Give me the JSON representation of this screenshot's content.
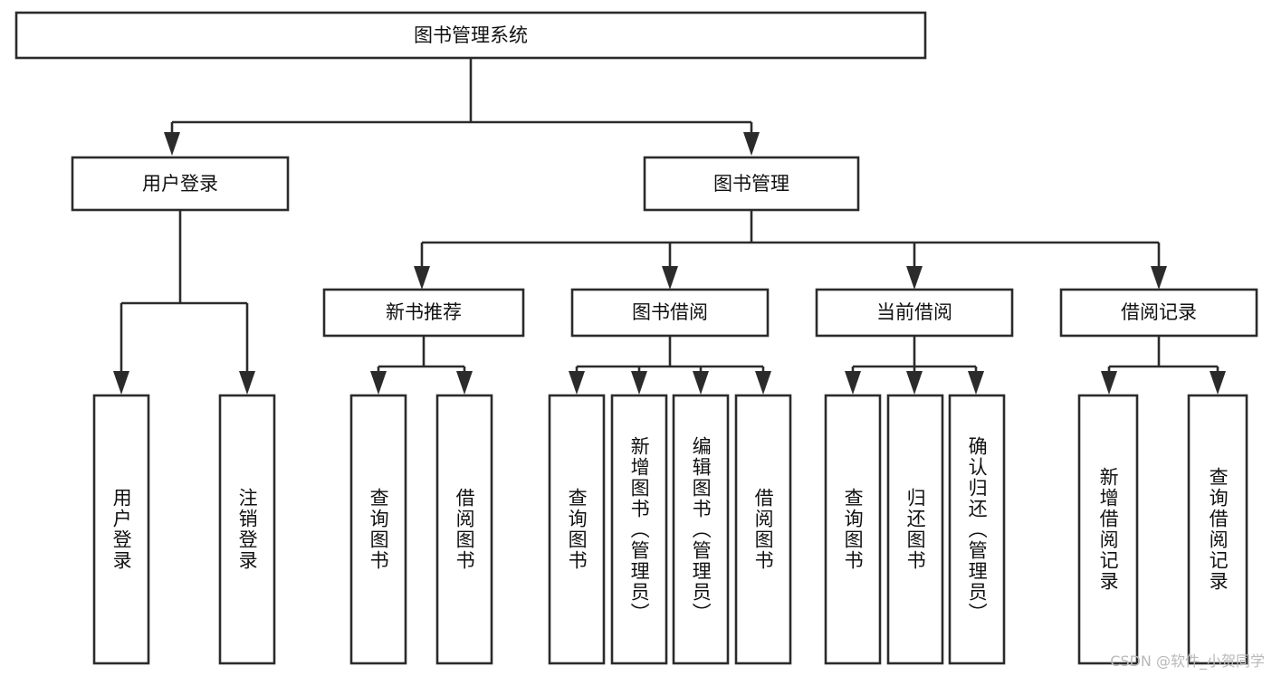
{
  "diagram": {
    "type": "tree",
    "title": "图书管理系统",
    "watermark": "CSDN @软件_小贺同学",
    "colors": {
      "stroke": "#2b2b2b",
      "box_fill": "#ffffff",
      "text": "#111111",
      "background": "#ffffff",
      "watermark": "#b9b9b9"
    },
    "levels": {
      "root": "图书管理系统",
      "level2": [
        "用户登录",
        "图书管理"
      ],
      "level3": [
        "新书推荐",
        "图书借阅",
        "当前借阅",
        "借阅记录"
      ]
    },
    "nodes": {
      "root": {
        "label": "图书管理系统"
      },
      "user_login": {
        "label": "用户登录"
      },
      "book_manage": {
        "label": "图书管理"
      },
      "new_book_rec": {
        "label": "新书推荐"
      },
      "book_borrow": {
        "label": "图书借阅"
      },
      "current_borrow": {
        "label": "当前借阅"
      },
      "borrow_record": {
        "label": "借阅记录"
      },
      "leaf_user_login": {
        "label": "用户登录"
      },
      "leaf_logout": {
        "label": "注销登录"
      },
      "leaf_query_book_1": {
        "label": "查询图书"
      },
      "leaf_borrow_book_1": {
        "label": "借阅图书"
      },
      "leaf_query_book_2": {
        "label": "查询图书"
      },
      "leaf_add_book_admin": {
        "label": "新增图书（管理员）"
      },
      "leaf_edit_book_admin": {
        "label": "编辑图书（管理员）"
      },
      "leaf_borrow_book_2": {
        "label": "借阅图书"
      },
      "leaf_query_book_3": {
        "label": "查询图书"
      },
      "leaf_return_book": {
        "label": "归还图书"
      },
      "leaf_confirm_return_admin": {
        "label": "确认归还（管理员）"
      },
      "leaf_add_borrow_record": {
        "label": "新增借阅记录"
      },
      "leaf_query_borrow_record": {
        "label": "查询借阅记录"
      }
    },
    "edges": [
      {
        "from": "图书管理系统",
        "to": "用户登录"
      },
      {
        "from": "图书管理系统",
        "to": "图书管理"
      },
      {
        "from": "用户登录",
        "to": "用户登录"
      },
      {
        "from": "用户登录",
        "to": "注销登录"
      },
      {
        "from": "图书管理",
        "to": "新书推荐"
      },
      {
        "from": "图书管理",
        "to": "图书借阅"
      },
      {
        "from": "图书管理",
        "to": "当前借阅"
      },
      {
        "from": "图书管理",
        "to": "借阅记录"
      },
      {
        "from": "新书推荐",
        "to": "查询图书"
      },
      {
        "from": "新书推荐",
        "to": "借阅图书"
      },
      {
        "from": "图书借阅",
        "to": "查询图书"
      },
      {
        "from": "图书借阅",
        "to": "新增图书（管理员）"
      },
      {
        "from": "图书借阅",
        "to": "编辑图书（管理员）"
      },
      {
        "from": "图书借阅",
        "to": "借阅图书"
      },
      {
        "from": "当前借阅",
        "to": "查询图书"
      },
      {
        "from": "当前借阅",
        "to": "归还图书"
      },
      {
        "from": "当前借阅",
        "to": "确认归还（管理员）"
      },
      {
        "from": "借阅记录",
        "to": "新增借阅记录"
      },
      {
        "from": "借阅记录",
        "to": "查询借阅记录"
      }
    ]
  }
}
